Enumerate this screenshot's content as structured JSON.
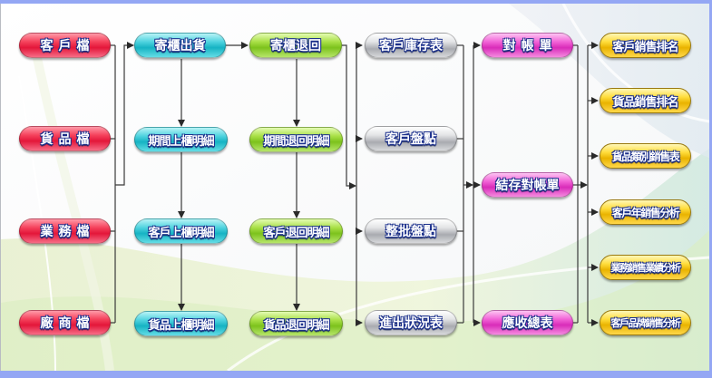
{
  "diagram": {
    "columns": {
      "master_files": [
        {
          "id": "customer-file",
          "label": "客戶檔"
        },
        {
          "id": "product-file",
          "label": "貨品檔"
        },
        {
          "id": "salesperson-file",
          "label": "業務檔"
        },
        {
          "id": "vendor-file",
          "label": "廠商檔"
        }
      ],
      "consignment_out": [
        {
          "id": "consignment-shipment",
          "label": "寄櫃出貨"
        },
        {
          "id": "period-shelf-detail",
          "label": "期間上櫃明細"
        },
        {
          "id": "customer-shelf-detail",
          "label": "客戶上櫃明細"
        },
        {
          "id": "product-shelf-detail",
          "label": "貨品上櫃明細"
        }
      ],
      "consignment_return": [
        {
          "id": "consignment-return",
          "label": "寄櫃退回"
        },
        {
          "id": "period-return-detail",
          "label": "期間退回明細"
        },
        {
          "id": "customer-return-detail",
          "label": "客戶退回明細"
        },
        {
          "id": "product-return-detail",
          "label": "貨品退回明細"
        }
      ],
      "inventory": [
        {
          "id": "customer-inventory-report",
          "label": "客戶庫存表"
        },
        {
          "id": "customer-stocktake",
          "label": "客戶盤點"
        },
        {
          "id": "batch-stocktake",
          "label": "整批盤點"
        },
        {
          "id": "in-out-status-report",
          "label": "進出狀況表"
        }
      ],
      "billing": [
        {
          "id": "statement",
          "label": "對帳單"
        },
        {
          "id": "closing-statement",
          "label": "結存對帳單"
        },
        {
          "id": "receivables-summary",
          "label": "應收總表"
        }
      ],
      "analysis": [
        {
          "id": "customer-sales-ranking",
          "label": "客戶銷售排名"
        },
        {
          "id": "product-sales-ranking",
          "label": "貨品銷售排名"
        },
        {
          "id": "product-category-sales",
          "label": "貨品類別銷售表"
        },
        {
          "id": "customer-annual-sales",
          "label": "客戶年銷售分析"
        },
        {
          "id": "salesperson-performance",
          "label": "業務銷售業績分析"
        },
        {
          "id": "customer-brand-sales",
          "label": "客戶品牌銷售分析"
        }
      ]
    },
    "colors": {
      "master_files": "#ec2a48",
      "consignment_out": "#2ec4d1",
      "consignment_return": "#8fd12e",
      "inventory": "#c4c5c9",
      "billing": "#e544c8",
      "analysis": "#f5c818",
      "text_outline": "#1a2f8c",
      "frame": "#94a7f4",
      "connector": "#3a3a3a"
    },
    "connections": [
      {
        "from": "master_files",
        "to": "consignment-shipment"
      },
      {
        "from": "consignment-shipment",
        "to": "consignment-return"
      },
      {
        "from": "consignment-shipment",
        "to": "period-shelf-detail"
      },
      {
        "from": "period-shelf-detail",
        "to": "customer-shelf-detail"
      },
      {
        "from": "customer-shelf-detail",
        "to": "product-shelf-detail"
      },
      {
        "from": "consignment-return",
        "to": "period-return-detail"
      },
      {
        "from": "period-return-detail",
        "to": "customer-return-detail"
      },
      {
        "from": "customer-return-detail",
        "to": "product-return-detail"
      },
      {
        "from": "consignment_return",
        "to": "inventory"
      },
      {
        "from": "inventory",
        "to": "billing"
      },
      {
        "from": "billing",
        "to": "analysis"
      }
    ]
  }
}
